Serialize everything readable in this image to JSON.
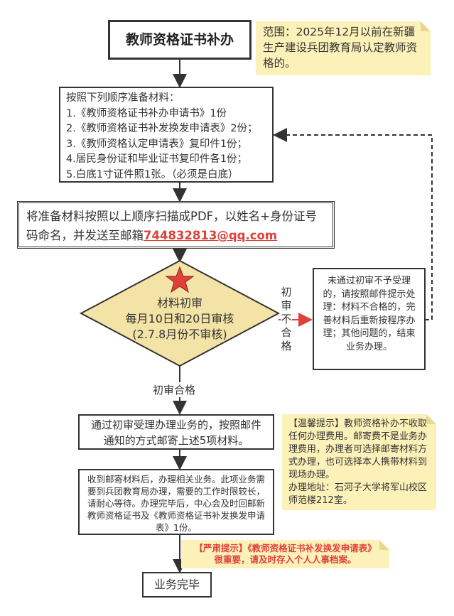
{
  "title": "教师资格证书补办",
  "scope_note": "范围：2025年12月以前在新疆生产建设兵团教育局认定教师资格的。",
  "materials": {
    "heading": "按照下列顺序准备材料：",
    "items": [
      "1.《教师资格证书补办申请书》1份",
      "2.《教师资格证书补发换发申请表》2份；",
      "3.《教师资格认定申请表》复印件1份；",
      "4.居民身份证和毕业证书复印件各1份；",
      "5.白底1寸证件照1张。（必须是白底）"
    ]
  },
  "scan_step": {
    "text": "将准备材料按照以上顺序扫描成PDF，以姓名+身份证号码命名，并发送至邮箱",
    "email": "744832813@qq.com"
  },
  "review": {
    "line1": "材料初审",
    "line2": "每月10日和20日审核",
    "line3": "(2.7.8月份不审核)"
  },
  "fail_label": "初审不合格",
  "fail_box": "未通过初审不予受理的，请按照邮件提示处理：材料不合格的，完善材料后重新按程序办理；其他问题的，结束业务办理。",
  "pass_label": "初审合格",
  "mail_step": "通过初审受理办理业务的，按照邮件通知的方式邮寄上述5项材料。",
  "tip_note": {
    "line1": "【温馨提示】教师资格补办不收取任何办理费用。邮寄费不是业务办理费用，办理者可选择邮寄材料方式办理，也可选择本人携带材料到现场办理。",
    "line2": "办理地址：石河子大学将军山校区师范楼212室。"
  },
  "process_step": "收到邮寄材料后，办理相关业务。此项业务需要到兵团教育局办理，需要的工作时限较长，请耐心等待。办理完毕后，中心会及时回邮新教师资格证书及《教师资格证书补发换发申请表》1份。",
  "warning_note": {
    "line1": "【严肃提示】《教师资格证书补发换发申请表》",
    "line2": "很重要，请及时存入个人人事档案。"
  },
  "end": "业务完毕",
  "colors": {
    "note": "#fcf1b8",
    "red": "#e0403a",
    "diamond": "#f4e3a6"
  }
}
